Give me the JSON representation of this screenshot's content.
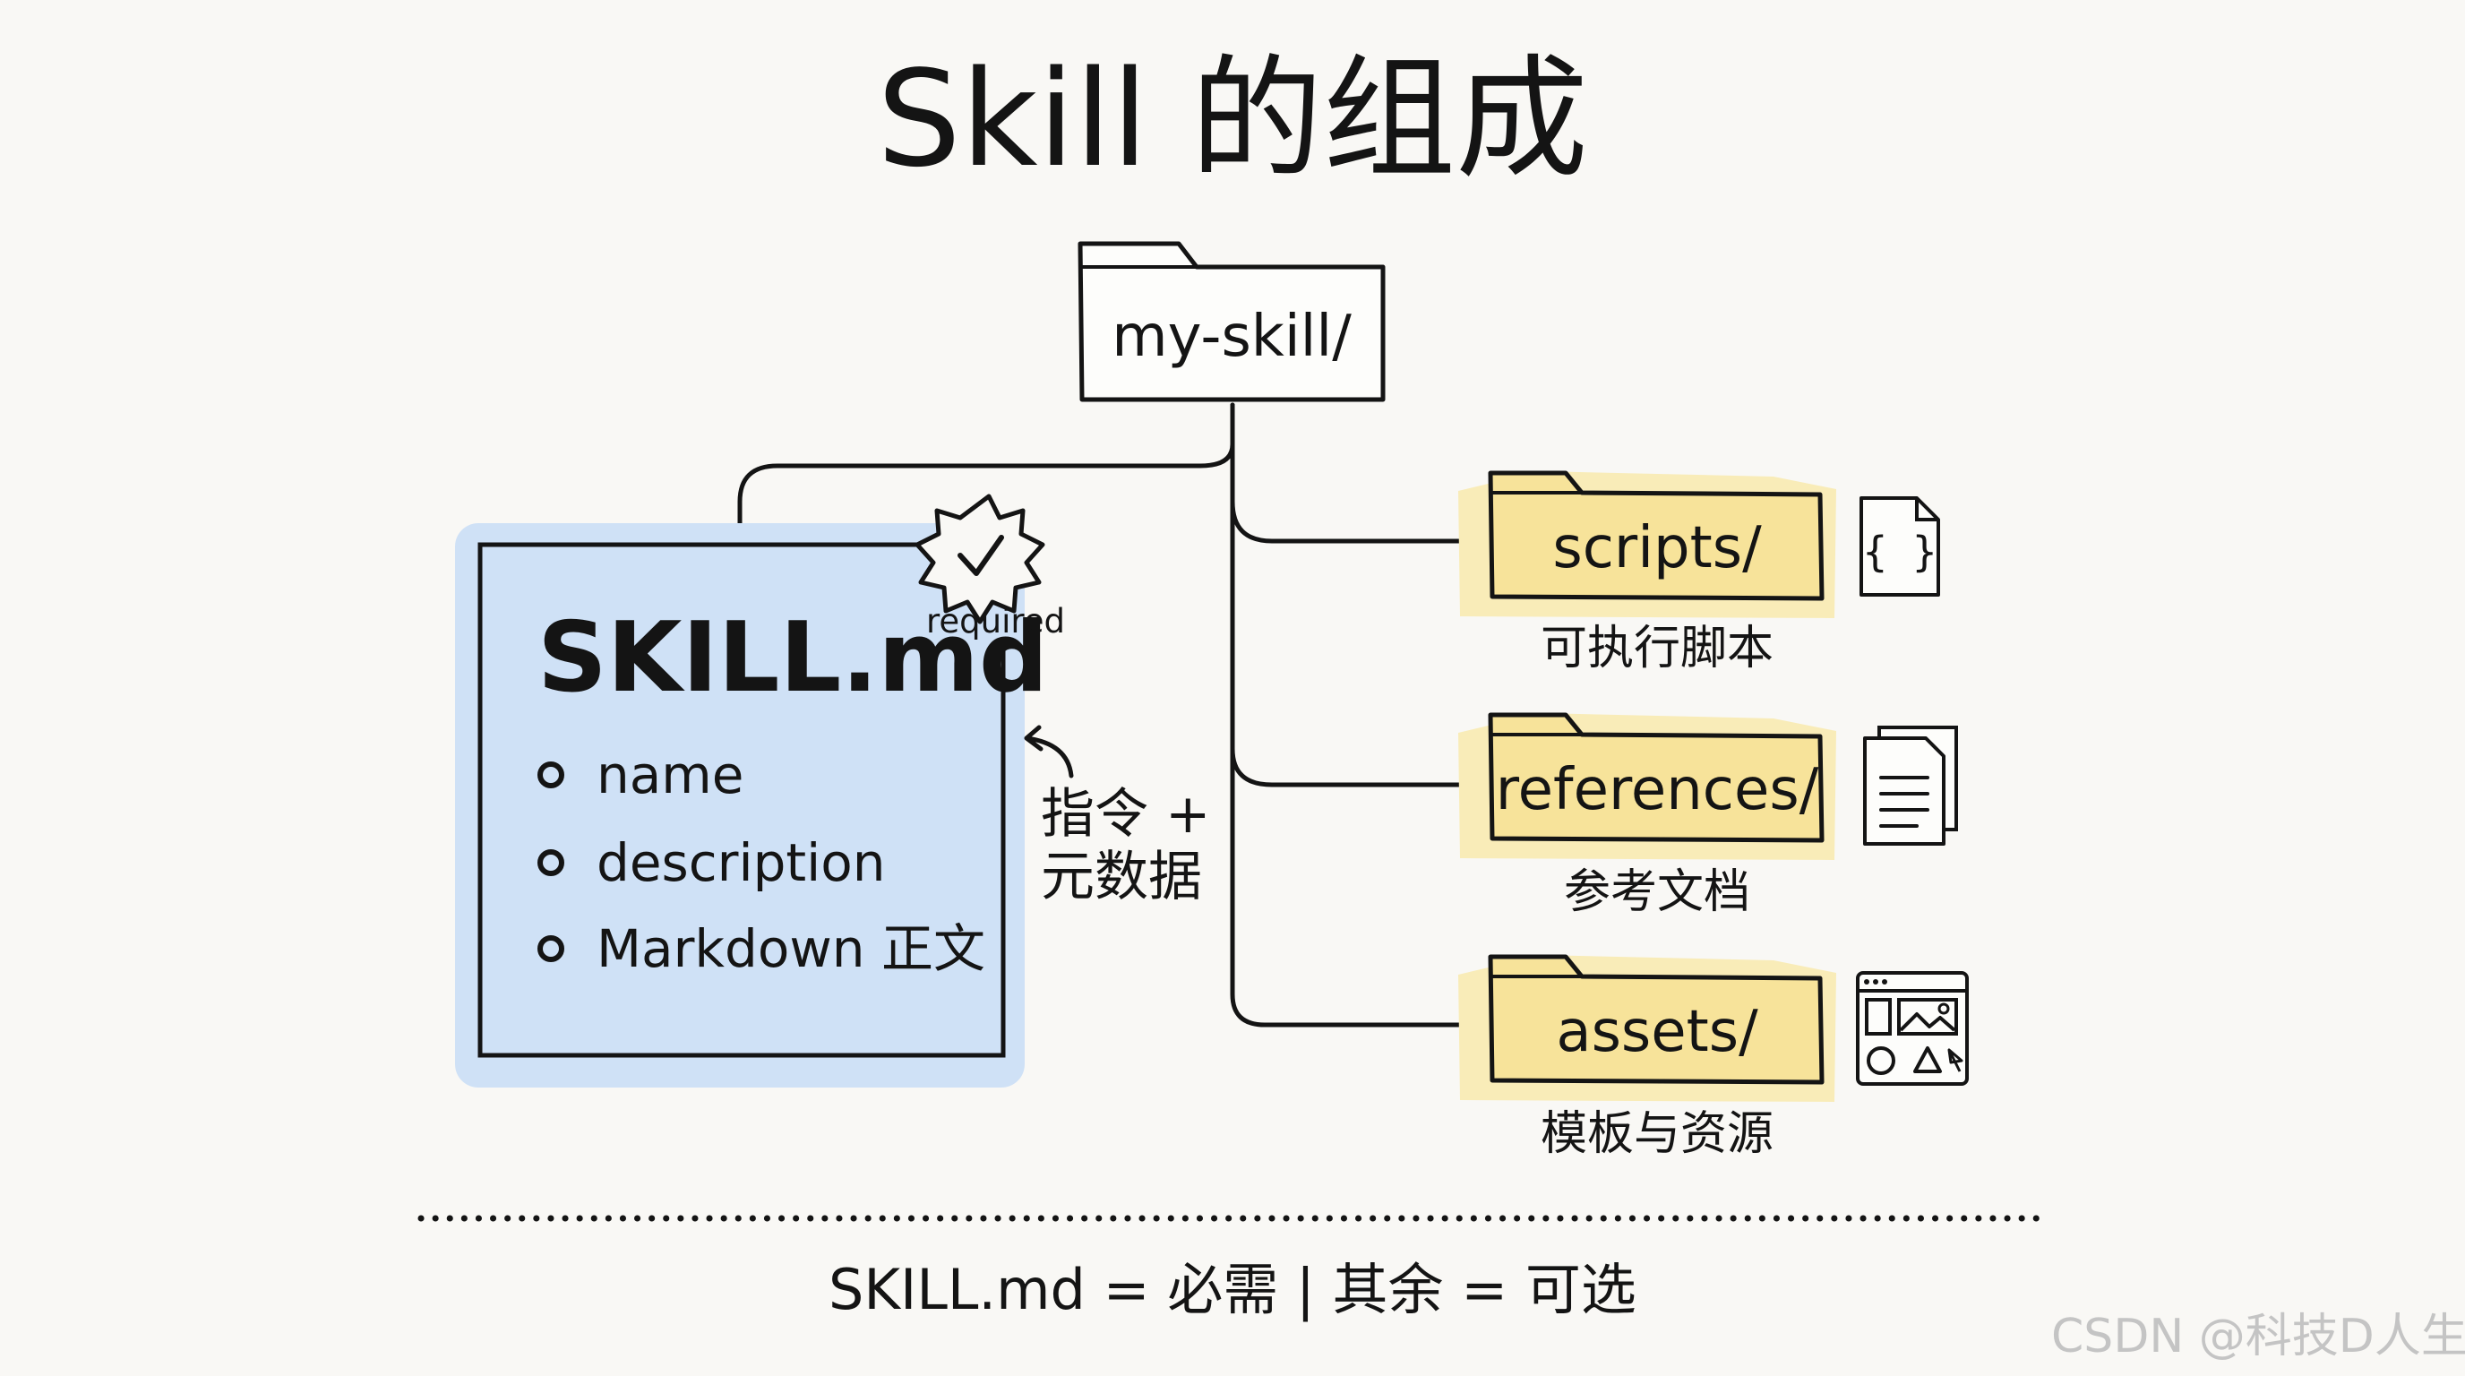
{
  "title": "Skill 的组成",
  "root_folder": {
    "label": "my-skill/"
  },
  "skill_file": {
    "title": "SKILL.md",
    "badge": "required",
    "fields": [
      "name",
      "description",
      "Markdown 正文"
    ]
  },
  "annotation": {
    "line1": "指令 +",
    "line2": "元数据"
  },
  "subfolders": [
    {
      "label": "scripts/",
      "caption": "可执行脚本",
      "icon": "code-file-icon"
    },
    {
      "label": "references/",
      "caption": "参考文档",
      "icon": "documents-icon"
    },
    {
      "label": "assets/",
      "caption": "模板与资源",
      "icon": "media-assets-icon"
    }
  ],
  "footer": "SKILL.md = 必需 | 其余 = 可选",
  "watermark": "CSDN @科技D人生",
  "colors": {
    "ink": "#141414",
    "skill_highlight": "#cfe1f6",
    "folder_highlight": "#f9ecb8",
    "background": "#f9f8f5",
    "watermark": "#c4c4c4"
  }
}
